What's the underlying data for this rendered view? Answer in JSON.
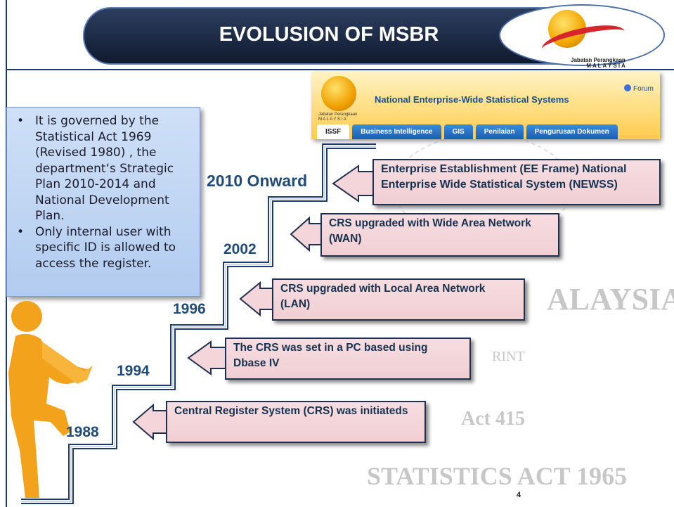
{
  "slide": {
    "title": "EVOLUSION OF MSBR",
    "page_number": "4"
  },
  "logo": {
    "caption_line1": "Jabatan Perangkaan",
    "caption_line2": "M A L A Y S I A"
  },
  "web_screenshot": {
    "title": "National Enterprise-Wide Statistical Systems",
    "forum_label": "Forum",
    "logo_text_line1": "Jabatan Perangkaan",
    "logo_text_line2": "M A L A Y S I A",
    "tabs": [
      "ISSF",
      "Business Intelligence",
      "GIS",
      "Penilaian",
      "Pengurusan Dokumen"
    ]
  },
  "info_box": {
    "bullets": [
      "It is governed by the Statistical Act 1969 (Revised 1980) , the department‘s Strategic Plan 2010-2014  and National Development Plan.",
      "Only internal user with specific ID is allowed to access the register."
    ]
  },
  "years": [
    "2010 Onward",
    "2002",
    "1996",
    "1994",
    "1988"
  ],
  "callouts": [
    "Enterprise Establishment (EE Frame) National Enterprise Wide Statistical System (NEWSS)",
    "CRS upgraded with Wide Area Network (WAN)",
    "CRS upgraded with Local Area Network (LAN)",
    "The CRS was set in a PC based using Dbase IV",
    "Central Register System (CRS) was initiateds"
  ],
  "watermark": {
    "line_malaysia": "ALAYSIA",
    "line_print": "RINT",
    "line_act": "Act 415",
    "line_statistics": "STATISTICS ACT 1965"
  },
  "colors": {
    "banner": "#1a2742",
    "callout_fill": "#f4d6da",
    "info_fill": "#c3d7f3",
    "year_text": "#1f4b7a",
    "figure": "#f3a21c"
  }
}
